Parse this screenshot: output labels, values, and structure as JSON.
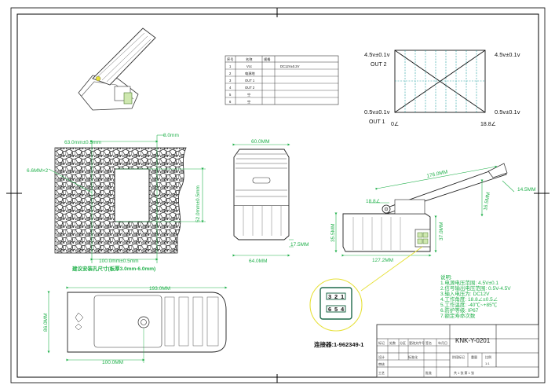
{
  "table": {
    "headers": [
      "序号",
      "名称",
      "规格"
    ],
    "rows": [
      {
        "no": "1",
        "name": "Vcc",
        "spec": "DC12V±0.2V"
      },
      {
        "no": "2",
        "name": "电源地",
        "spec": ""
      },
      {
        "no": "3",
        "name": "OUT 1",
        "spec": ""
      },
      {
        "no": "4",
        "name": "OUT 2",
        "spec": ""
      },
      {
        "no": "5",
        "name": "空",
        "spec": ""
      },
      {
        "no": "6",
        "name": "空",
        "spec": ""
      }
    ]
  },
  "graph": {
    "y_top_left": "4.5v±0.1v",
    "y_top_right": "4.5v±0.1v",
    "y_bottom_left": "0.5v±0.1v",
    "y_bottom_right": "0.5v±0.1v",
    "out2": "OUT 2",
    "out1": "OUT 1",
    "x_start": "0∠",
    "x_end": "18.8∠"
  },
  "dims": {
    "d63": "63.0mm±0.5mm",
    "d8": "8.0mm",
    "d66": "6.6MM×2",
    "d52": "52.0mm±0.5mm",
    "d100": "100.0mm±0.5mm",
    "d60": "60.0MM",
    "d17_5": "17.5MM",
    "d64": "64.0MM",
    "d176": "176.0MM",
    "d14_5": "14.5MM",
    "d16_5": "16.5MM",
    "d18_8": "18.8∠",
    "d35_5": "35.5MM",
    "d37": "37.0MM",
    "d127": "127.2MM",
    "d193": "193.0MM",
    "d86": "86.0MM",
    "d100b": "100.0MM"
  },
  "notes": {
    "install_hole": "建议安装孔尺寸(板厚3.0mm-6.0mm)",
    "connector_label": "连接器:1-962349-1",
    "pins_top": [
      "3",
      "2",
      "1"
    ],
    "pins_bottom": [
      "6",
      "5",
      "4"
    ],
    "tech_title": "说明:",
    "tech_lines": [
      "1.电源电压范围: 4.5V±0.1",
      "2.信号输出电压范围: 0.5V-4.5V",
      "3.输入电压为: DC12V",
      "4.工作角度: 18.8∠±0.5∠",
      "5.工作温度: -40℃~+85℃",
      "6.防护等级: IP67",
      "7.额定寿命次数"
    ]
  },
  "title_block": {
    "drawing_no": "KNK-Y-0201",
    "labels": [
      "标记",
      "处数",
      "分区",
      "更改文件号",
      "签名",
      "年月日"
    ],
    "row2": [
      "设计",
      "标准化",
      "阶段标记",
      "重量",
      "比例"
    ],
    "row3": [
      "审核"
    ],
    "row4": [
      "工艺",
      "批准"
    ],
    "sheet": "共 1 张 第 1 张",
    "scale": "1:1"
  }
}
